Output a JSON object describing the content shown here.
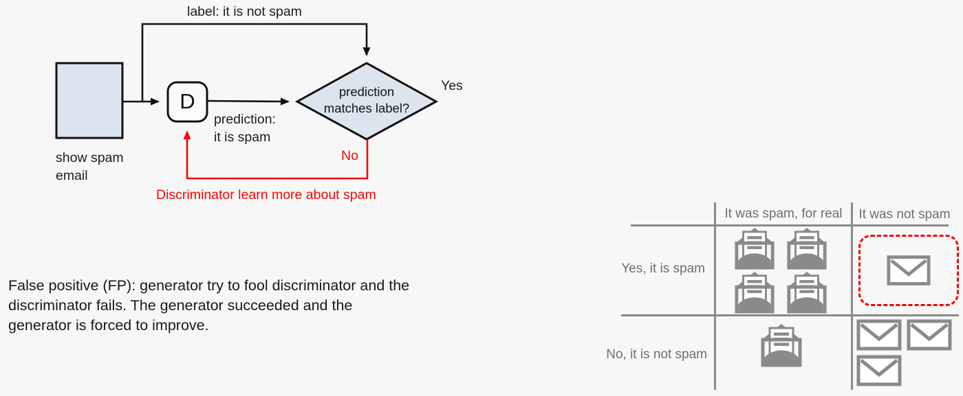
{
  "colors": {
    "background": "#f7f7f7",
    "node_fill": "#dce4ee",
    "node_stroke": "#111111",
    "accent_red": "#f40505",
    "table_gray": "#8a8a8a",
    "table_label_gray": "#6e6e6e",
    "text_black": "#181818",
    "envelope_gray": "#8a8a8a"
  },
  "flowchart": {
    "input_node_label": "show spam email",
    "discriminator_node_label": "D",
    "label_arrow_text": "label: it is not spam",
    "prediction_text_line1": "prediction:",
    "prediction_text_line2": "it is spam",
    "decision_line1": "prediction",
    "decision_line2": "matches label?",
    "yes_branch_label": "Yes",
    "no_branch_label": "No",
    "feedback_text": "Discriminator learn more about spam"
  },
  "caption": {
    "lines": [
      "False positive (FP): generator try to fool discriminator and the",
      "discriminator fails. The generator succeeded and the",
      "generator is forced to improve."
    ]
  },
  "confusion_matrix": {
    "column_headers": [
      "It was spam, for real",
      "It was not spam"
    ],
    "row_headers": [
      "Yes, it is spam",
      "No, it is not spam"
    ],
    "cells": [
      {
        "row": 0,
        "col": 0,
        "icon": "open-envelope",
        "count": 4,
        "highlighted": false
      },
      {
        "row": 0,
        "col": 1,
        "icon": "closed-envelope",
        "count": 1,
        "highlighted": true
      },
      {
        "row": 1,
        "col": 0,
        "icon": "open-envelope",
        "count": 1,
        "highlighted": false
      },
      {
        "row": 1,
        "col": 1,
        "icon": "closed-envelope",
        "count": 3,
        "highlighted": false
      }
    ],
    "highlight_style": "red dashed rounded rectangle"
  }
}
